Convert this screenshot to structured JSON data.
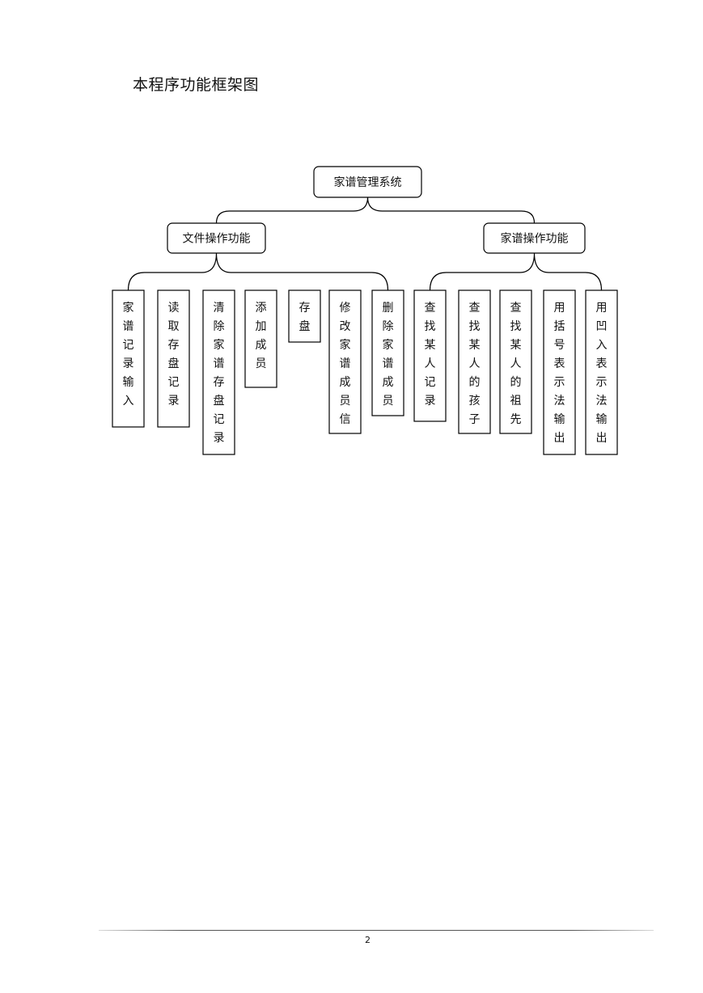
{
  "page": {
    "title": "本程序功能框架图",
    "page_number": "2"
  },
  "diagram": {
    "root": "家谱管理系统",
    "branches": [
      {
        "label": "文件操作功能",
        "children": [
          "家谱记录输入",
          "读取存盘记录",
          "清除家谱存盘记录",
          "添加成员",
          "存盘",
          "修改家谱成员信",
          "删除家谱成员"
        ]
      },
      {
        "label": "家谱操作功能",
        "children": [
          "查找某人记录",
          "查找某人的孩子",
          "查找某人的祖先",
          "用括号表示法输出",
          "用凹入表示法输出"
        ]
      }
    ]
  }
}
